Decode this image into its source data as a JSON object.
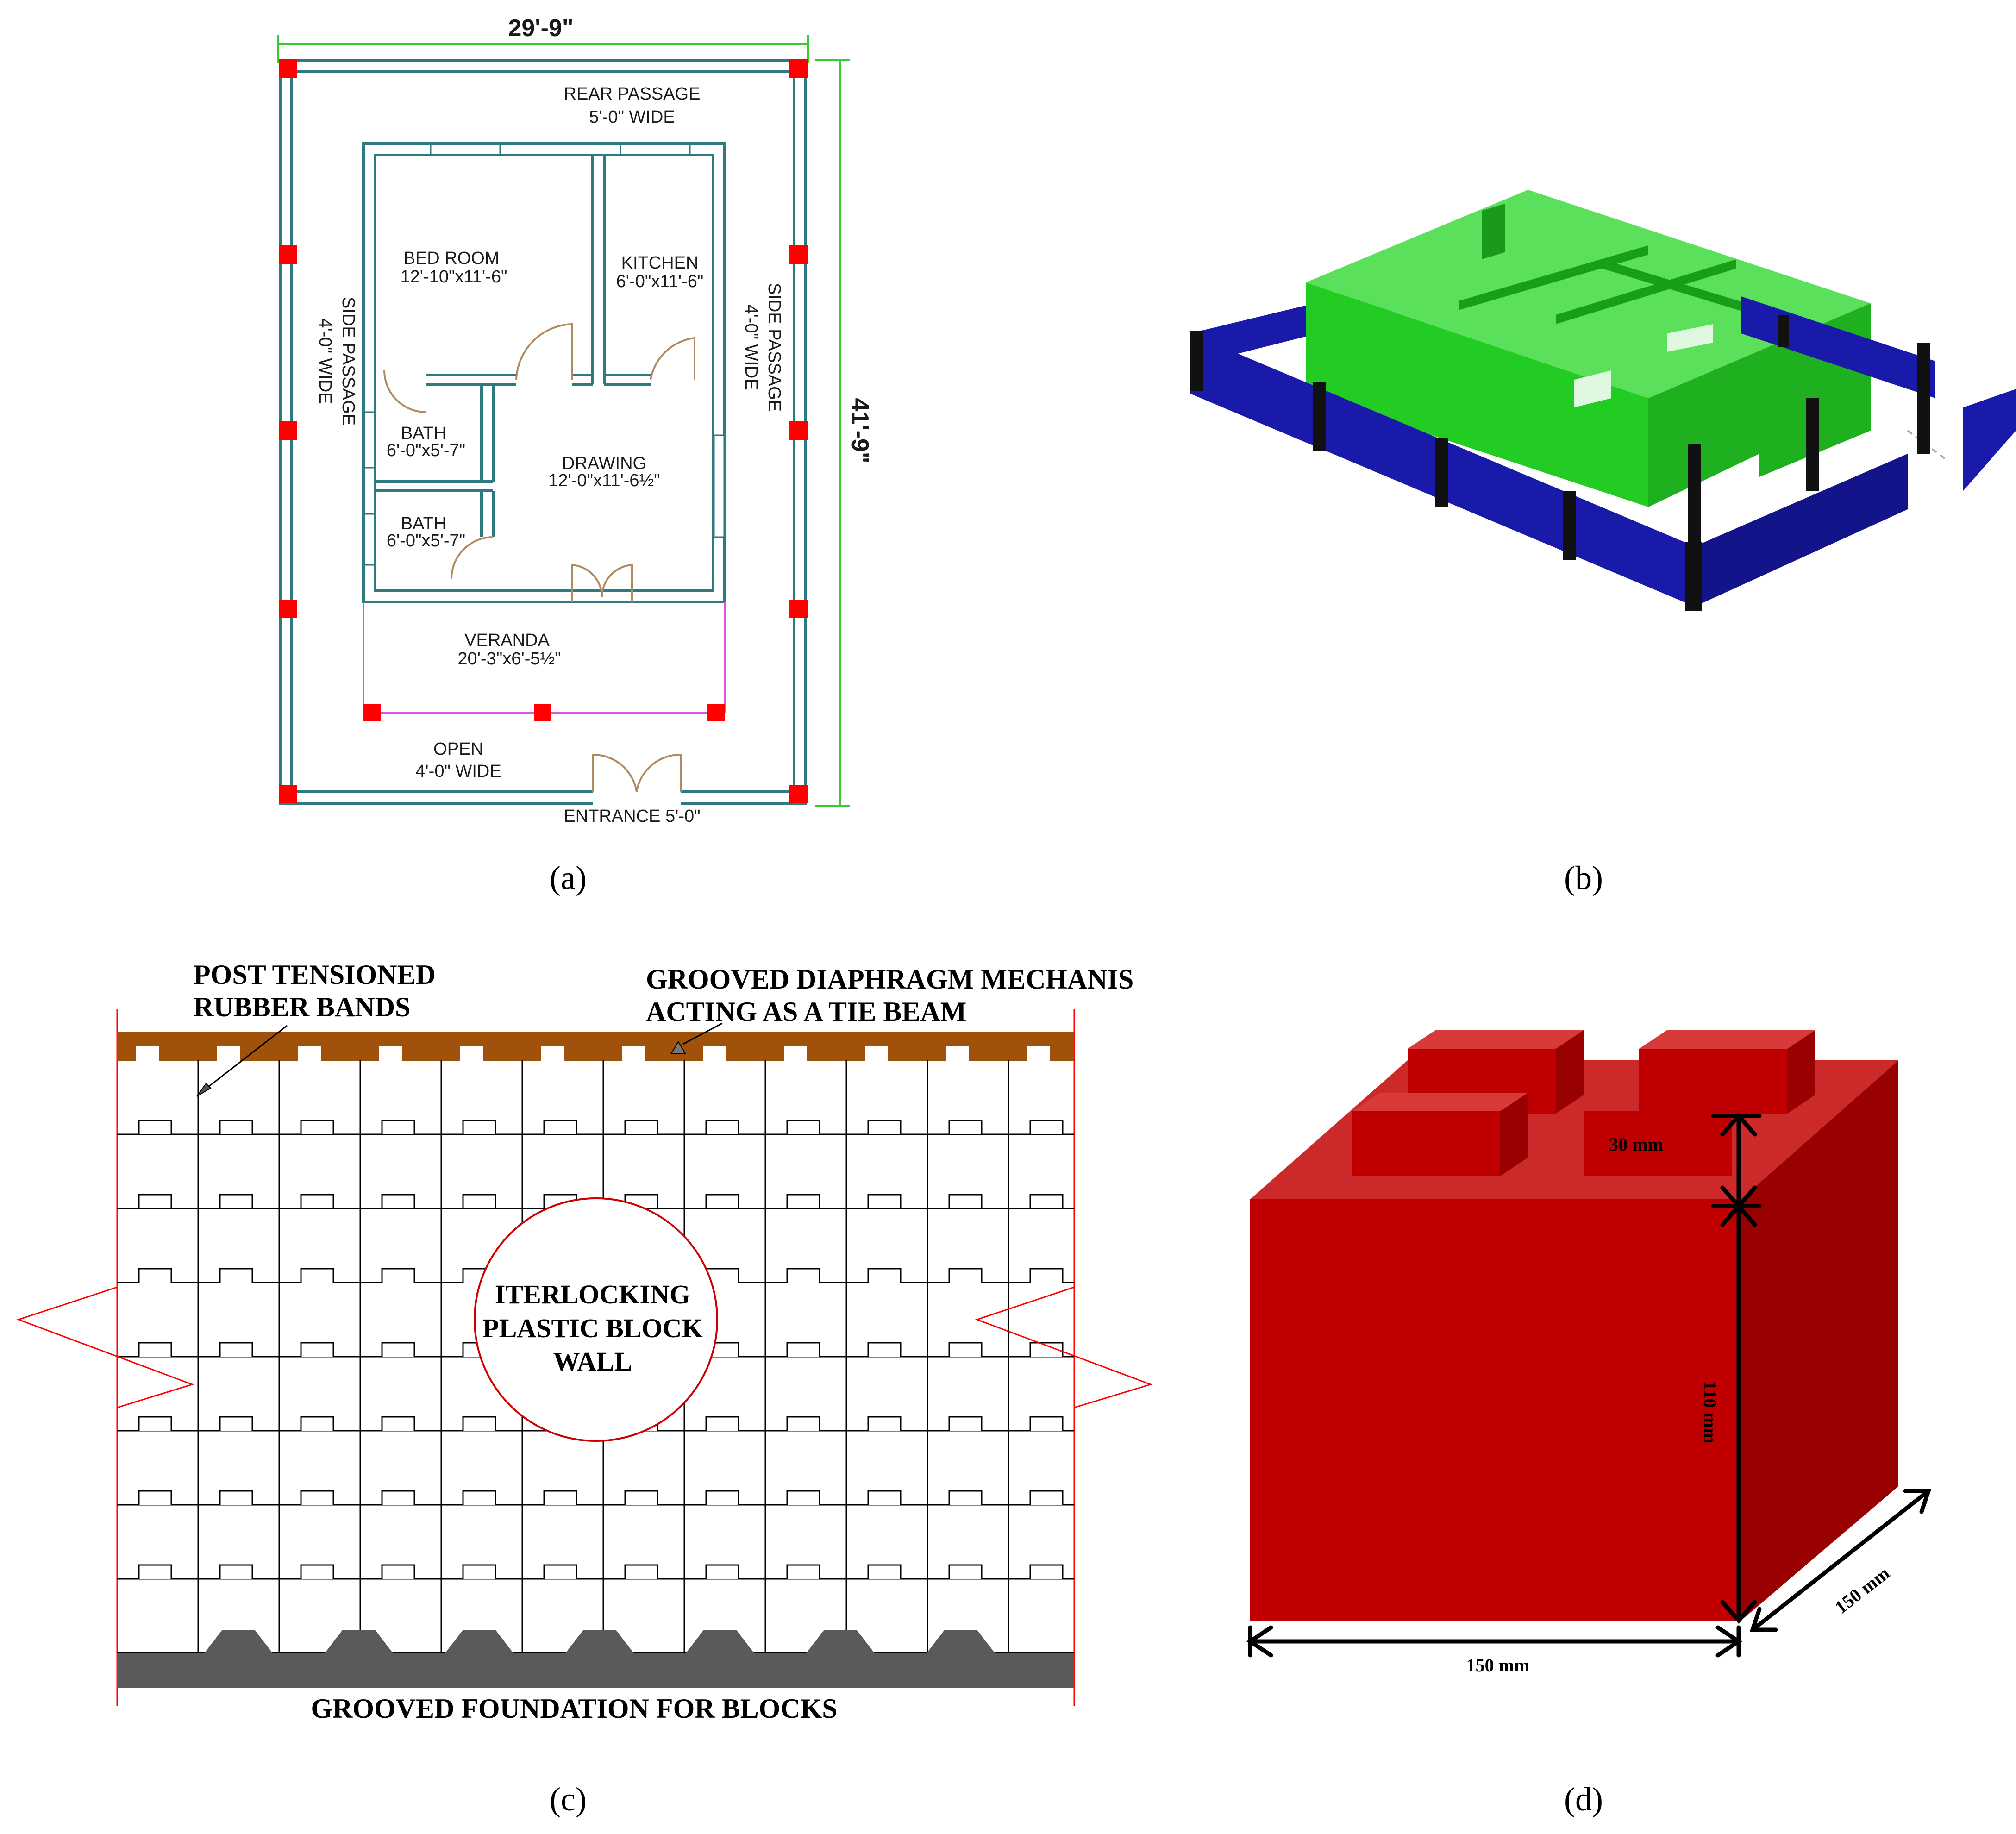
{
  "panel_a": {
    "caption": "(a)",
    "width_dim": "29'-9\"",
    "height_dim": "41'-9\"",
    "rear_passage": "REAR PASSAGE",
    "rear_passage_width": "5'-0\" WIDE",
    "side_passage_left": "SIDE PASSAGE",
    "side_passage_left_width": "4'-0\" WIDE",
    "side_passage_right": "SIDE PASSAGE",
    "side_passage_right_width": "4'-0\" WIDE",
    "bed_room": "BED ROOM",
    "bed_room_size": "12'-10\"x11'-6\"",
    "kitchen": "KITCHEN",
    "kitchen_size": "6'-0\"x11'-6\"",
    "bath1": "BATH",
    "bath1_size": "6'-0\"x5'-7\"",
    "bath2": "BATH",
    "bath2_size": "6'-0\"x5'-7\"",
    "drawing": "DRAWING",
    "drawing_size": "12'-0\"x11'-6½\"",
    "veranda": "VERANDA",
    "veranda_size": "20'-3\"x6'-5½\"",
    "open": "OPEN",
    "open_width": "4'-0\" WIDE",
    "entrance": "ENTRANCE 5'-0\""
  },
  "panel_b": {
    "caption": "(b)"
  },
  "panel_c": {
    "caption": "(c)",
    "label_bands_1": "POST TENSIONED",
    "label_bands_2": "RUBBER BANDS",
    "label_diaphragm_1": "GROOVED DIAPHRAGM MECHANIS",
    "label_diaphragm_2": "ACTING AS A TIE BEAM",
    "circle_1": "ITERLOCKING",
    "circle_2": "PLASTIC BLOCK",
    "circle_3": "WALL",
    "foundation": "GROOVED FOUNDATION FOR BLOCKS"
  },
  "panel_d": {
    "caption": "(d)",
    "dim_stud": "30 mm",
    "dim_height": "110 mm",
    "dim_width": "150 mm",
    "dim_depth": "150 mm"
  },
  "colors": {
    "plan_wall": "#2e7a80",
    "column_red": "#ff0000",
    "dim_green": "#33cc33",
    "door_tan": "#b08a60",
    "veranda_magenta": "#e055e0",
    "model_green": "#22cc22",
    "model_blue": "#1a1aaa",
    "model_black": "#111111",
    "band_brown": "#a0520a",
    "foundation_gray": "#5a5a5a",
    "block_front": "#c00000",
    "block_top": "#cc2a2a",
    "block_side": "#990000"
  }
}
